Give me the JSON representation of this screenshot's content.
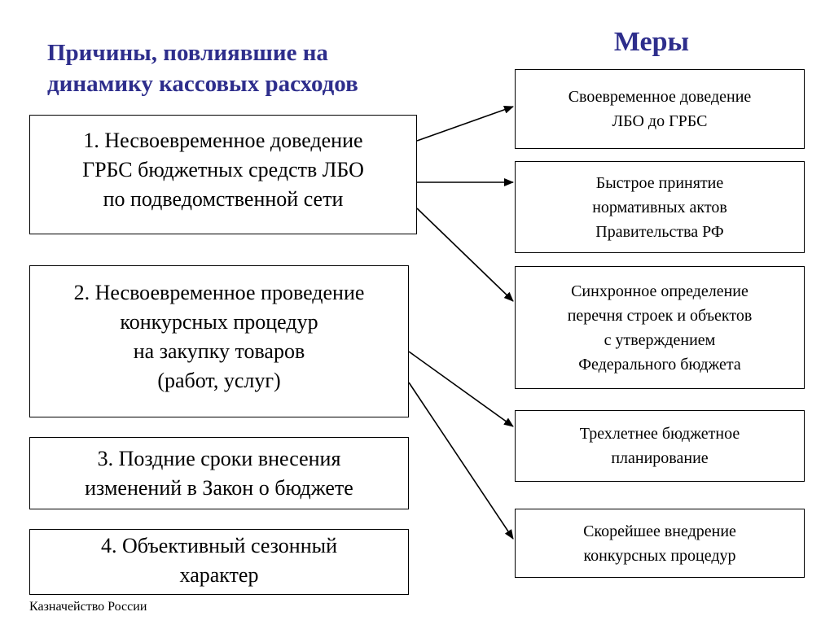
{
  "diagram": {
    "causes_heading": "Причины, повлиявшие на\nдинамику кассовых расходов",
    "measures_heading": "Меры",
    "causes": [
      {
        "text": "1. Несвоевременное доведение\nГРБС бюджетных средств ЛБО\nпо подведомственной сети"
      },
      {
        "text": "2. Несвоевременное проведение\nконкурсных процедур\nна закупку товаров\n(работ, услуг)"
      },
      {
        "text": "3. Поздние сроки внесения\nизменений в Закон о бюджете"
      },
      {
        "text": "4. Объективный сезонный\nхарактер"
      }
    ],
    "measures": [
      {
        "text": "Своевременное доведение\nЛБО до ГРБС"
      },
      {
        "text": "Быстрое принятие\nнормативных актов\nПравительства РФ"
      },
      {
        "text": "Синхронное определение\nперечня строек и объектов\nс утверждением\nФедерального бюджета"
      },
      {
        "text": "Трехлетнее бюджетное\nпланирование"
      },
      {
        "text": "Скорейшее внедрение\nконкурсных процедур"
      }
    ],
    "footer": "Казначейство России",
    "colors": {
      "heading": "#2e2e8c",
      "line": "#000000"
    }
  }
}
